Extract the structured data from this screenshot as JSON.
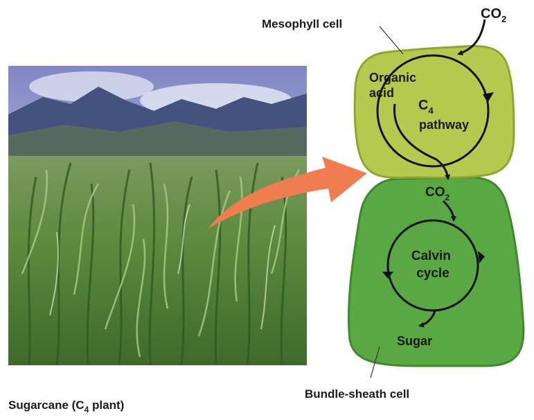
{
  "figure": {
    "photo_caption_main": "Sugarcane (C",
    "photo_caption_sub": "4",
    "photo_caption_tail": " plant)",
    "mesophyll_label": "Mesophyll cell",
    "bundle_sheath_label": "Bundle-sheath cell",
    "co2_top_main": "CO",
    "co2_top_sub": "2",
    "organic_acid_line1": "Organic",
    "organic_acid_line2": "acid",
    "c4_main": "C",
    "c4_sub": "4",
    "pathway": "pathway",
    "co2_mid_main": "CO",
    "co2_mid_sub": "2",
    "calvin_line1": "Calvin",
    "calvin_line2": "cycle",
    "sugar": "Sugar"
  },
  "colors": {
    "mesophyll_fill": "#b5c94f",
    "mesophyll_stroke": "#8fa52e",
    "bundle_fill": "#5aa843",
    "bundle_stroke": "#3d8a2c",
    "arrow_orange": "#ef7d50"
  }
}
